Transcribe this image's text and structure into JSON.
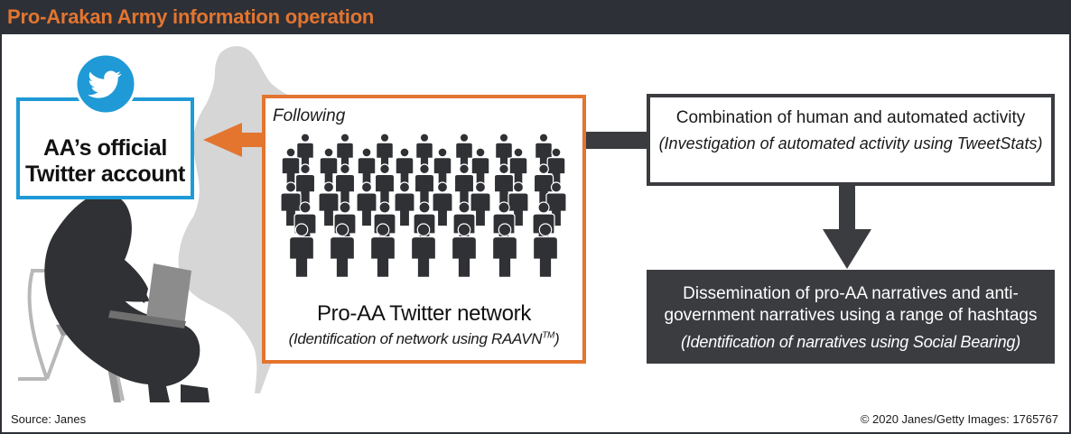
{
  "header": {
    "title": "Pro-Arakan Army information operation"
  },
  "colors": {
    "header_bg": "#2d3037",
    "accent_orange": "#e3752f",
    "twitter_blue": "#1f9ad6",
    "dark_box": "#3a3c40",
    "map_grey": "#d6d6d6",
    "silhouette": "#2f3134"
  },
  "icons": {
    "twitter": "twitter-bird-icon",
    "people": "people-crowd-icon",
    "person": "laptop-user-silhouette",
    "map": "myanmar-map-silhouette"
  },
  "official_account": {
    "line1": "AA’s official",
    "line2": "Twitter account"
  },
  "network": {
    "following": "Following",
    "title": "Pro-AA Twitter network",
    "subtitle_prefix": "(Identification of network using RAAVN",
    "subtitle_tm": "TM",
    "subtitle_suffix": ")"
  },
  "activity": {
    "main": "Combination of human and automated activity",
    "sub": "(Investigation of automated activity using TweetStats)"
  },
  "dissemination": {
    "main": "Dissemination of pro-AA narratives and anti-government narratives using a range of hashtags",
    "sub": "(Identification of narratives using Social Bearing)"
  },
  "footer": {
    "source": "Source: Janes",
    "copyright": "© 2020 Janes/Getty Images: 1765767"
  }
}
